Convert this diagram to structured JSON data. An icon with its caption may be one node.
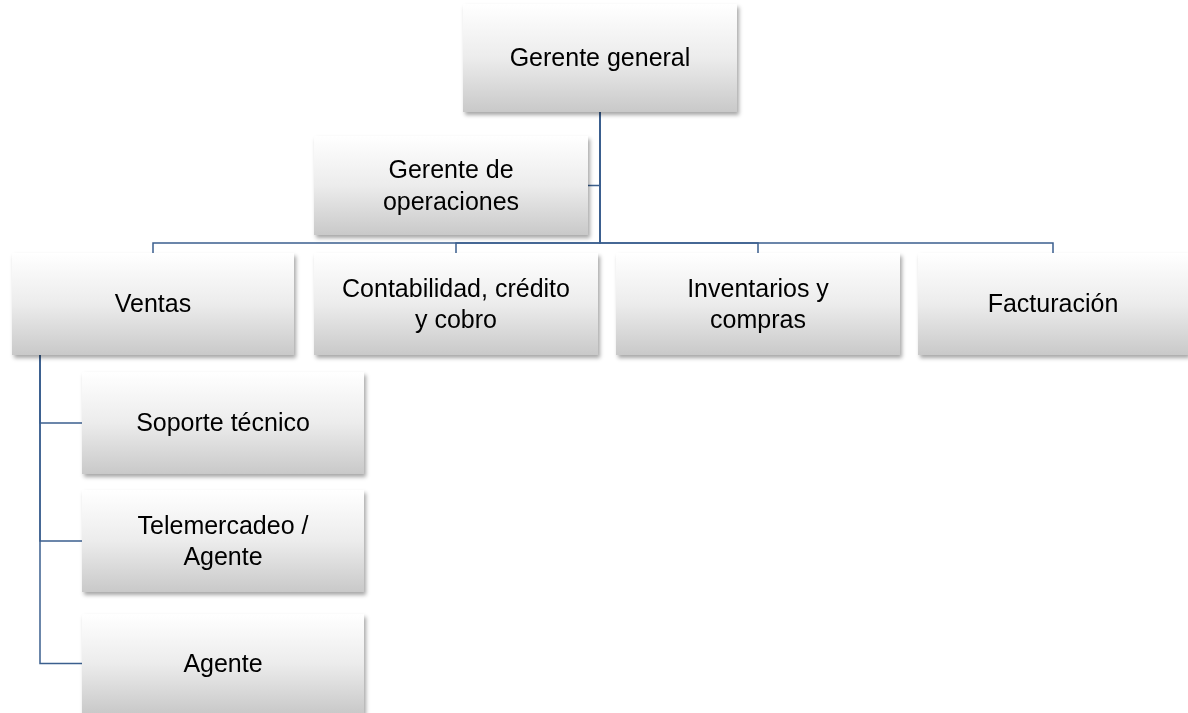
{
  "diagram": {
    "nodes": [
      {
        "text": [
          "Gerente general"
        ]
      },
      {
        "text": [
          "Gerente de operaciones"
        ]
      },
      {
        "text": [
          "Ventas"
        ]
      },
      {
        "text": [
          "Contabilidad, crédito y cobro"
        ]
      },
      {
        "text": [
          "Inventarios y compras"
        ]
      },
      {
        "text": [
          "Facturación"
        ]
      },
      {
        "text": [
          "Soporte técnico"
        ]
      },
      {
        "text": [
          "Telemercadeo / Agente"
        ]
      },
      {
        "text": [
          "Agente"
        ]
      }
    ],
    "edges": [
      {
        "from": 0,
        "to": 1,
        "arrow": "none"
      },
      {
        "from": 0,
        "to": 2,
        "arrow": "none"
      },
      {
        "from": 0,
        "to": 3,
        "arrow": "none"
      },
      {
        "from": 0,
        "to": 4,
        "arrow": "none"
      },
      {
        "from": 0,
        "to": 5,
        "arrow": "none"
      },
      {
        "from": 2,
        "to": 6,
        "arrow": "none"
      },
      {
        "from": 2,
        "to": 7,
        "arrow": "none"
      },
      {
        "from": 2,
        "to": 8,
        "arrow": "none"
      }
    ]
  }
}
